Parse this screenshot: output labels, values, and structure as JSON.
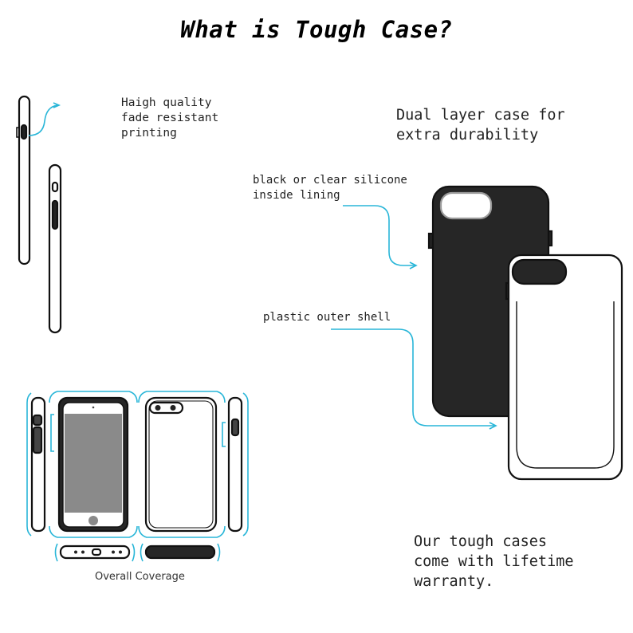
{
  "title": "What is Tough Case?",
  "notes": {
    "printing": "Haigh quality\nfade resistant\nprinting",
    "dual_layer": "Dual layer case for\nextra durability",
    "lining": "black or clear silicone\ninside lining",
    "shell": "plastic outer shell",
    "warranty": "Our tough cases\ncome with lifetime\nwarranty."
  },
  "coverage": {
    "caption": "Overall Coverage"
  },
  "colors": {
    "accent": "#29b6d8",
    "case_dark": "#262626",
    "screen_gray": "#8a8a8a",
    "outline": "#111111"
  }
}
